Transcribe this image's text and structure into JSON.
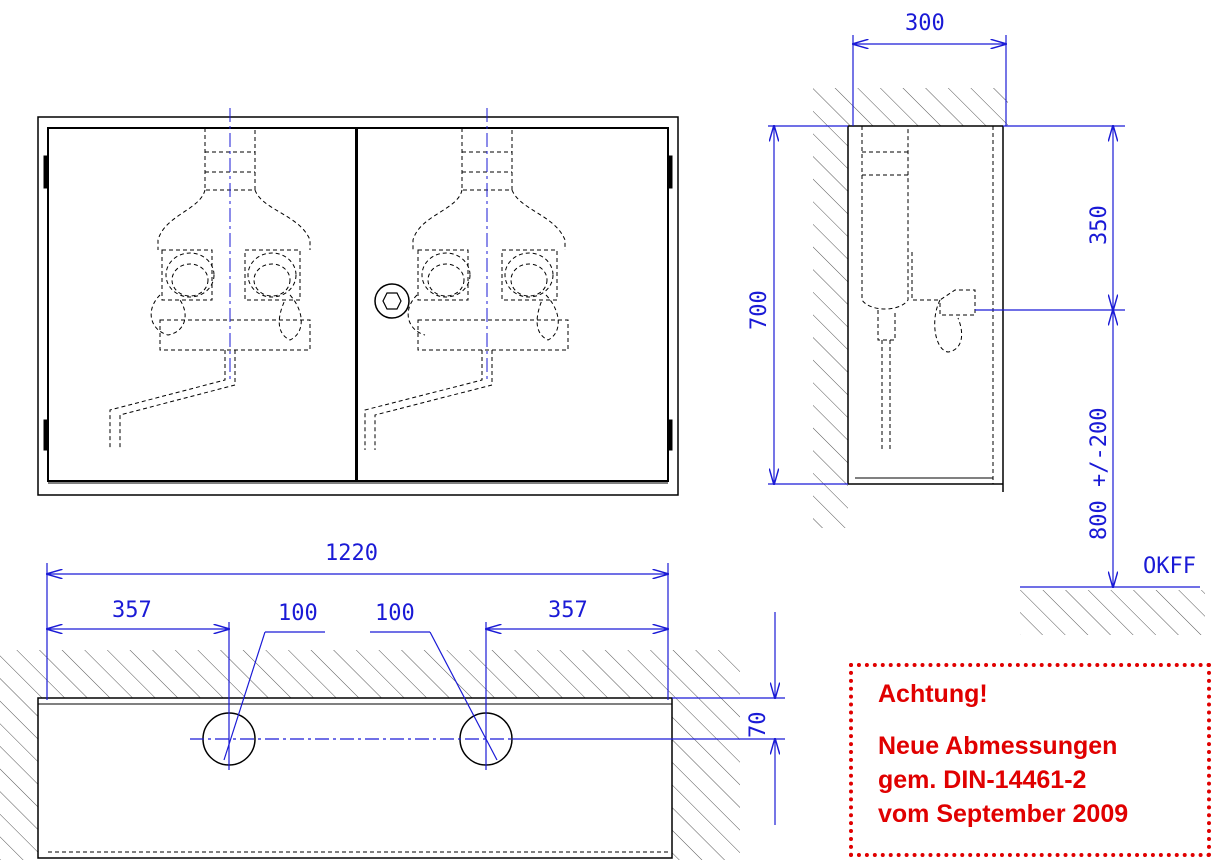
{
  "dimensions": {
    "cabinet_width": "1220",
    "depth": "300",
    "height": "700",
    "upper_offset": "350",
    "install_height": "800 +/-200",
    "floor_label": "OKFF",
    "side_offset_left": "357",
    "side_offset_right": "357",
    "hole_dia_left": "100",
    "hole_dia_right": "100",
    "hole_height": "70"
  },
  "note": {
    "title": "Achtung!",
    "lines": [
      "Neue Abmessungen",
      "gem. DIN-14461-2",
      "vom September 2009"
    ]
  },
  "colors": {
    "dimension": "#1a1ad6",
    "outline": "#000000",
    "warning": "#e00000"
  }
}
